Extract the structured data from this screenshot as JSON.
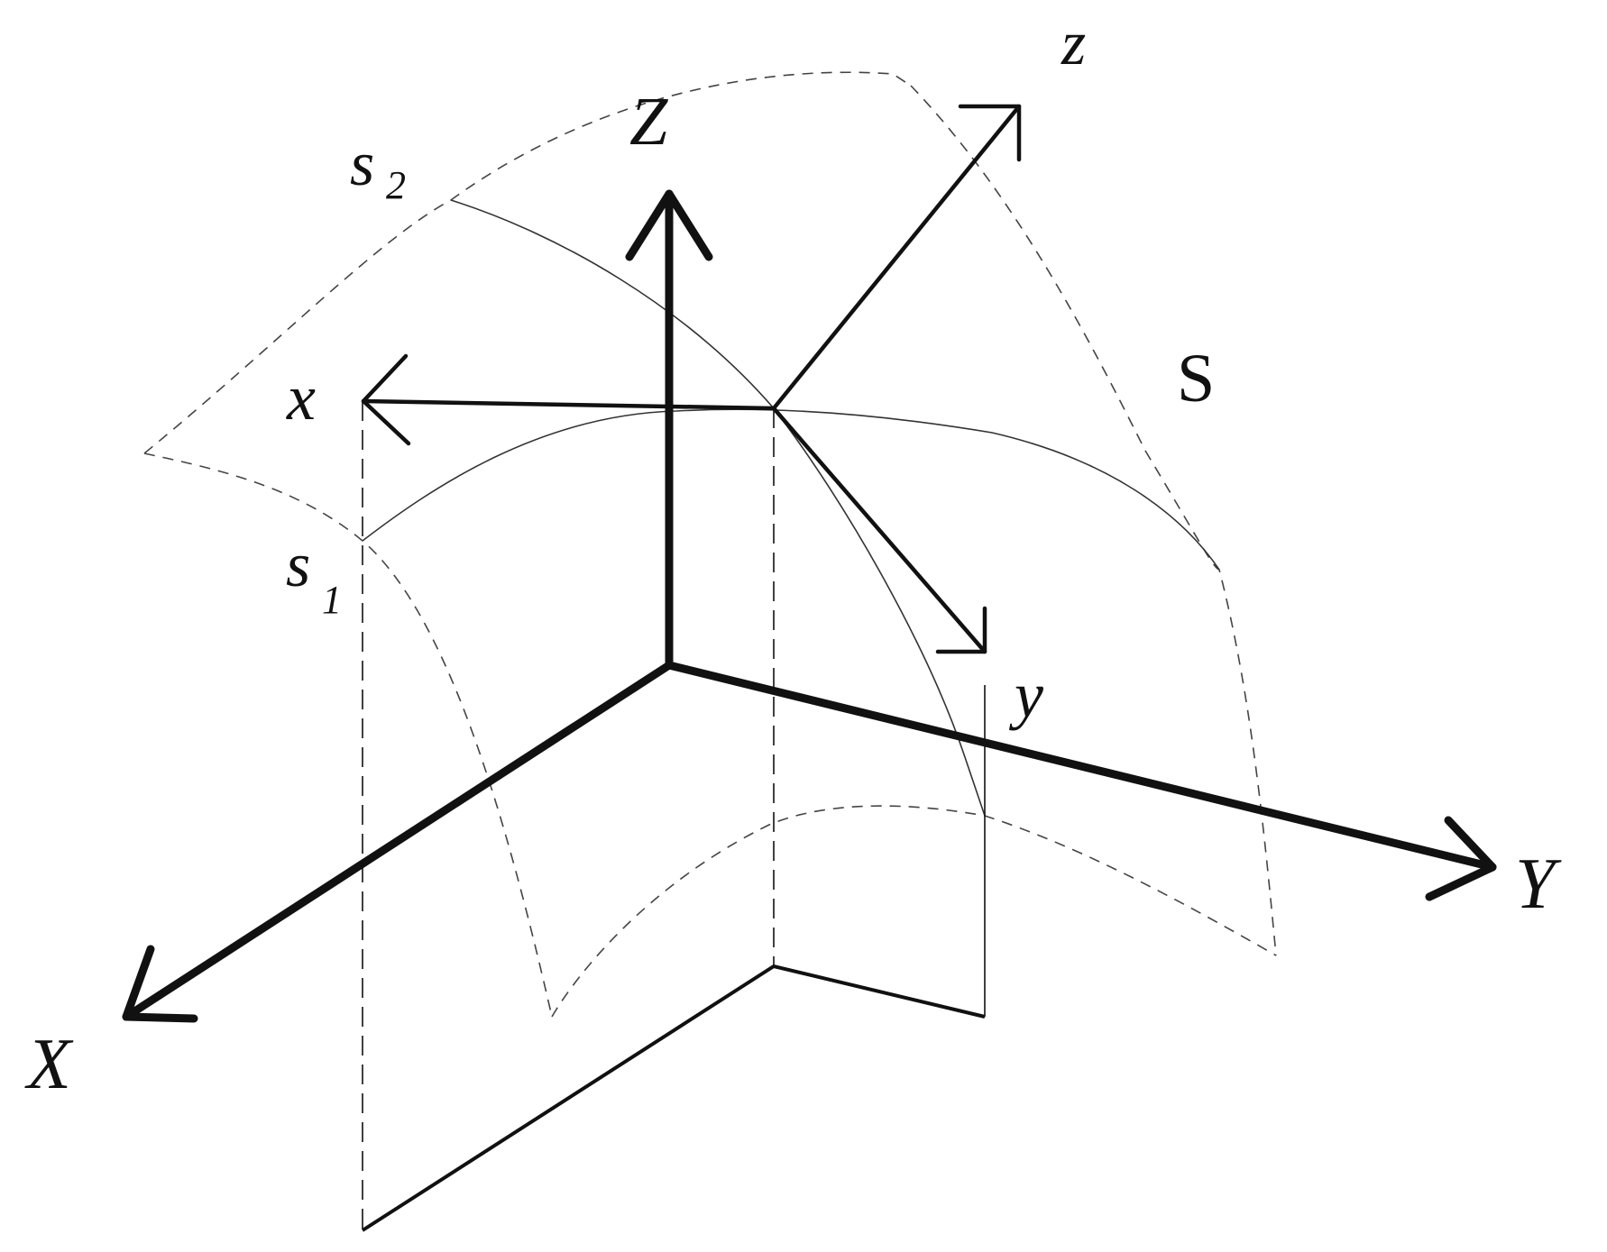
{
  "labels": {
    "world_x": "X",
    "world_y": "Y",
    "world_z": "Z",
    "local_x": "x",
    "local_y": "y",
    "local_z": "z",
    "surface": "S",
    "s1_letter": "s",
    "s1_index": "1",
    "s2_letter": "s",
    "s2_index": "2"
  },
  "colors": {
    "ink": "#111111",
    "background": "#ffffff"
  }
}
